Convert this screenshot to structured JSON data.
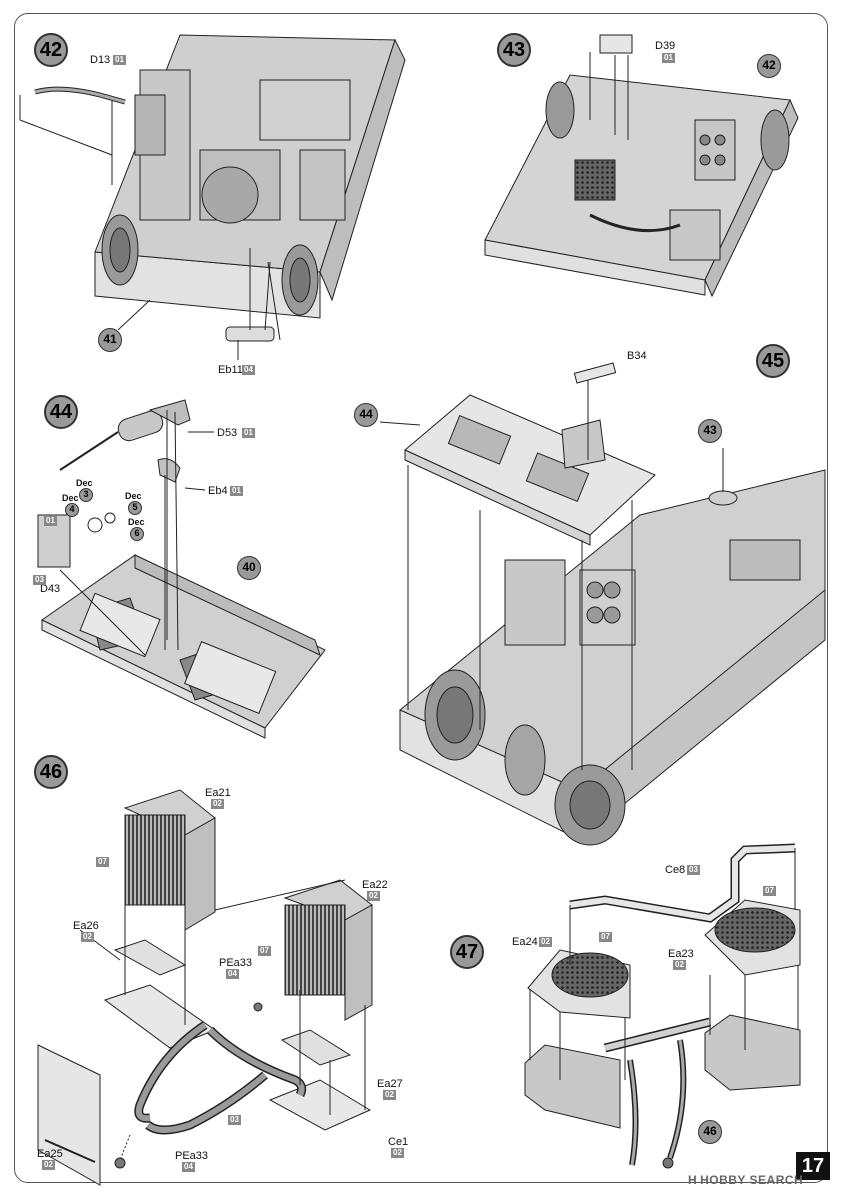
{
  "steps": {
    "s42": "42",
    "s43": "43",
    "s44": "44",
    "s45": "45",
    "s46": "46",
    "s47": "47"
  },
  "refs": {
    "r41": "41",
    "r42": "42",
    "r40": "40",
    "r44": "44",
    "r43": "43",
    "r46": "46"
  },
  "step42": {
    "d13": "D13",
    "d13_sprue": "01",
    "eb11": "Eb11",
    "eb11_sprue": "04"
  },
  "step43": {
    "d39": "D39",
    "d39_sprue": "01"
  },
  "step44": {
    "d53": "D53",
    "d53_sprue": "01",
    "eb4": "Eb4",
    "eb4_sprue": "01",
    "d43": "D43",
    "d43_sprue_a": "01",
    "d43_sprue_b": "03",
    "dec_word": "Dec",
    "dec3": "3",
    "dec4": "4",
    "dec5": "5",
    "dec6": "6"
  },
  "step45": {
    "b34": "B34"
  },
  "step46": {
    "ea21": "Ea21",
    "ea21_sprue": "02",
    "ea22": "Ea22",
    "ea22_sprue": "02",
    "ea26": "Ea26",
    "ea26_sprue": "02",
    "pea33_top": "PEa33",
    "pea33_top_sprue": "04",
    "ea27": "Ea27",
    "ea27_sprue": "02",
    "ce1": "Ce1",
    "ce1_sprue": "02",
    "ea25": "Ea25",
    "ea25_sprue": "02",
    "pea33_bottom": "PEa33",
    "pea33_bottom_sprue": "04",
    "color07_a": "07",
    "color07_b": "07",
    "color03": "03"
  },
  "step47": {
    "ce8": "Ce8",
    "ce8_sprue": "03",
    "ea24": "Ea24",
    "ea24_sprue": "02",
    "ea23": "Ea23",
    "ea23_sprue": "02",
    "color07_a": "07",
    "color07_b": "07"
  },
  "page_number": "17",
  "watermark": "H HOBBY SEARCH"
}
